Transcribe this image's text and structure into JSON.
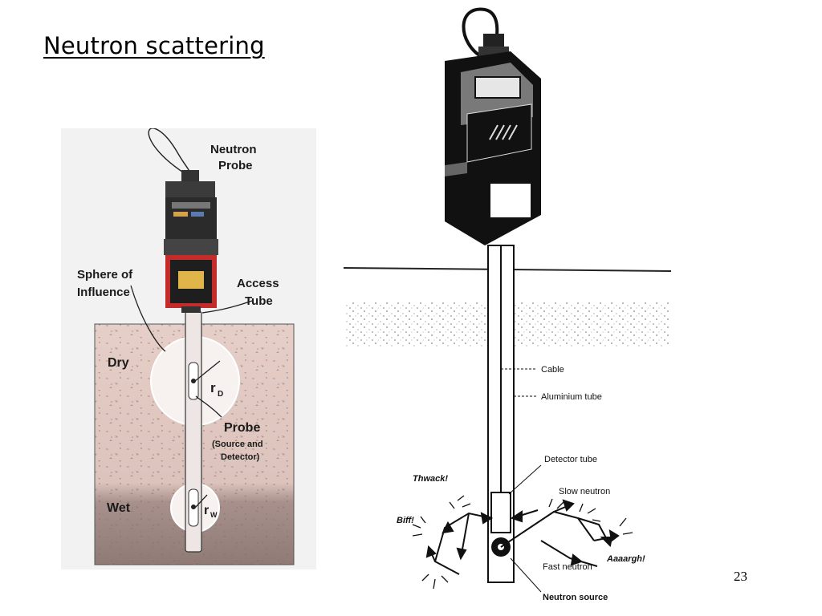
{
  "slide": {
    "title": "Neutron scattering",
    "page_number": "23"
  },
  "left_diagram": {
    "labels": {
      "neutron_probe_line1": "Neutron",
      "neutron_probe_line2": "Probe",
      "sphere_line1": "Sphere of",
      "sphere_line2": "Influence",
      "access_line1": "Access",
      "access_line2": "Tube",
      "dry": "Dry",
      "wet": "Wet",
      "r_dry": "r",
      "r_dry_sub": "D",
      "r_wet": "r",
      "r_wet_sub": "W",
      "probe": "Probe",
      "probe_detail_line1": "(Source and",
      "probe_detail_line2": "Detector)"
    },
    "colors": {
      "dry_soil": "#e6cfc8",
      "wet_soil": "#8f7a76",
      "sphere": "#f7f2f0"
    }
  },
  "right_diagram": {
    "labels": {
      "cable": "Cable",
      "aluminium_tube": "Aluminium tube",
      "detector_tube": "Detector tube",
      "slow_neutron": "Slow neutron",
      "fast_neutron": "Fast neutron",
      "neutron_source": "Neutron source",
      "thwack": "Thwack!",
      "biff": "Biff!",
      "aaaargh": "Aaaargh!"
    }
  }
}
